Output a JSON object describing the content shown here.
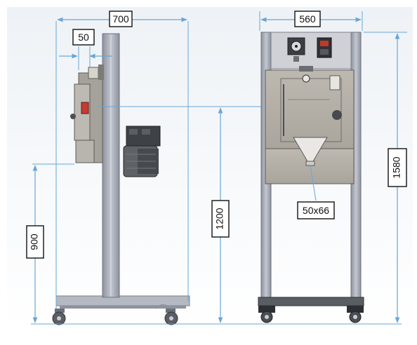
{
  "figure": {
    "colors": {
      "background_top": "#f2f5f8",
      "background_bottom": "#ffffff",
      "dimension_line": "#6aa6d6",
      "frame": "#a3a8b4",
      "frame_dark": "#7b808c",
      "panel": "#b6b2aa",
      "motor": "#45484c",
      "label_box": "#111111"
    },
    "icons": [
      "caster-wheel-icon",
      "gauge-icon",
      "power-switch-icon",
      "motor-icon",
      "hopper-icon"
    ]
  },
  "dimensions": {
    "side_width": "700",
    "offset": "50",
    "side_height": "900",
    "center_height": "1200",
    "front_width": "560",
    "front_height": "1580",
    "outlet": "50x66"
  }
}
